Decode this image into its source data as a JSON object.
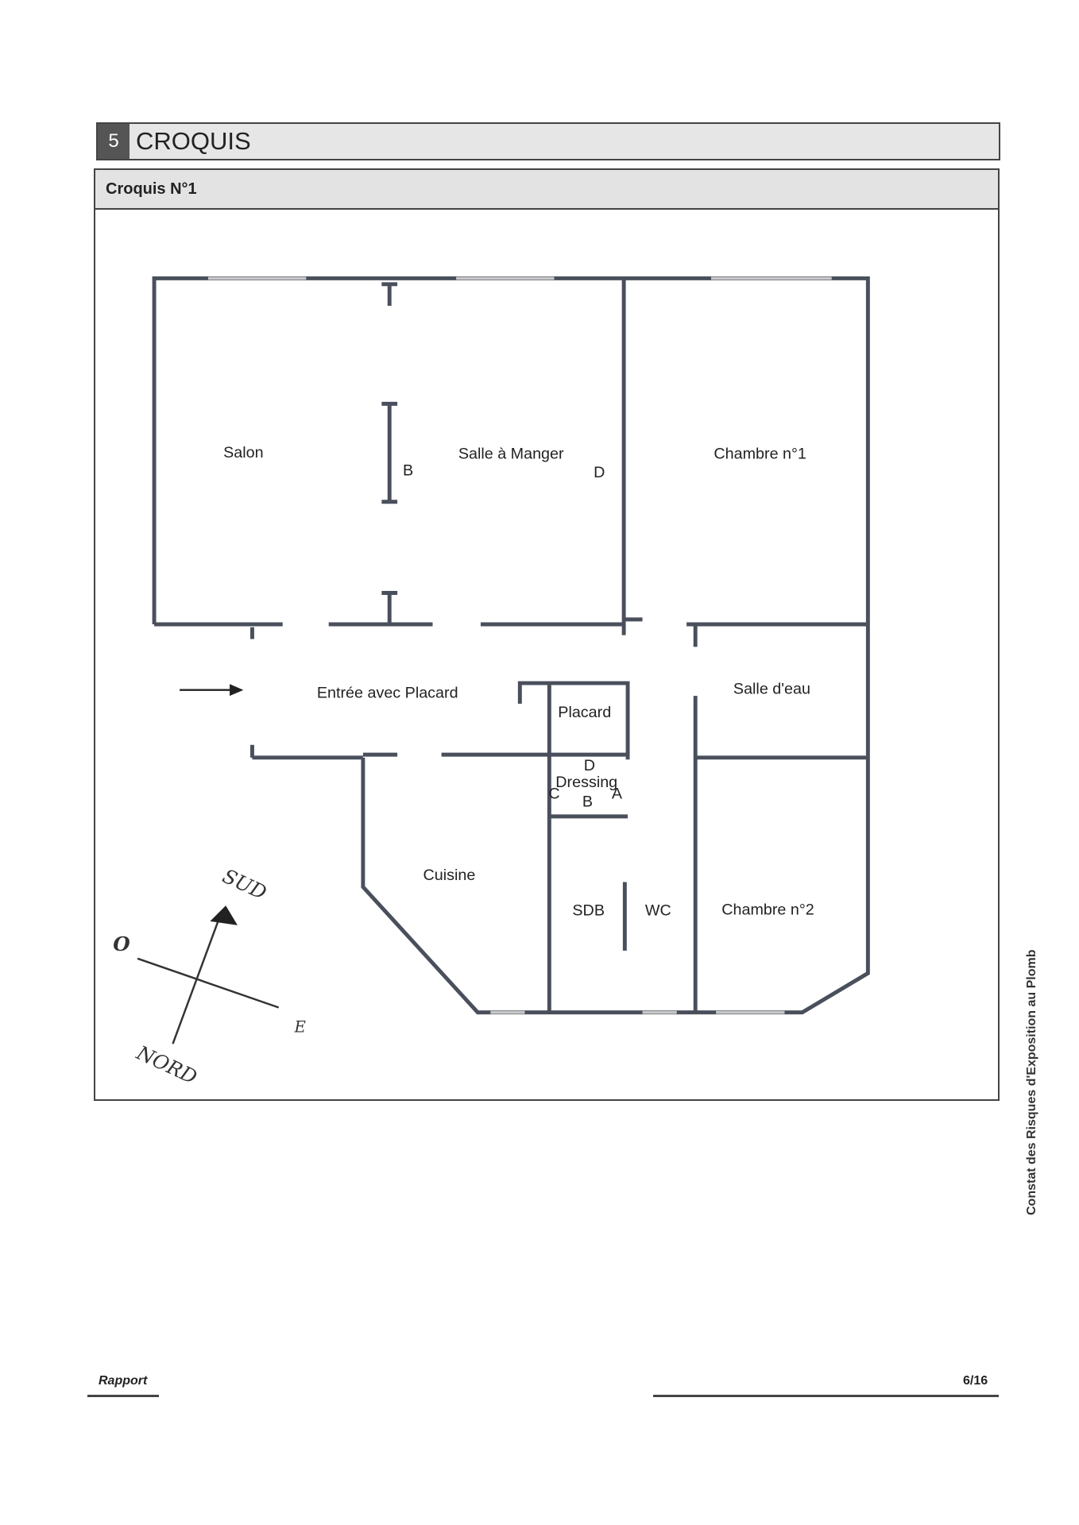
{
  "section": {
    "number": "5",
    "title": "CROQUIS"
  },
  "sketch": {
    "title": "Croquis N°1"
  },
  "rooms": {
    "salon": "Salon",
    "salle_a_manger": "Salle à Manger",
    "chambre1": "Chambre n°1",
    "entree": "Entrée avec Placard",
    "salle_eau": "Salle d'eau",
    "placard": "Placard",
    "dressing": "Dressing",
    "cuisine": "Cuisine",
    "sdb": "SDB",
    "wc": "WC",
    "chambre2": "Chambre n°2"
  },
  "wall_labels": {
    "b1": "B",
    "d1": "D",
    "d2": "D",
    "c": "C",
    "a": "A",
    "b2": "B"
  },
  "compass": {
    "south": "SUD",
    "west": "O",
    "east": "E",
    "north": "NORD"
  },
  "side_text": "Constat des Risques d'Exposition au Plomb",
  "footer": {
    "left": "Rapport",
    "page": "6/16"
  }
}
